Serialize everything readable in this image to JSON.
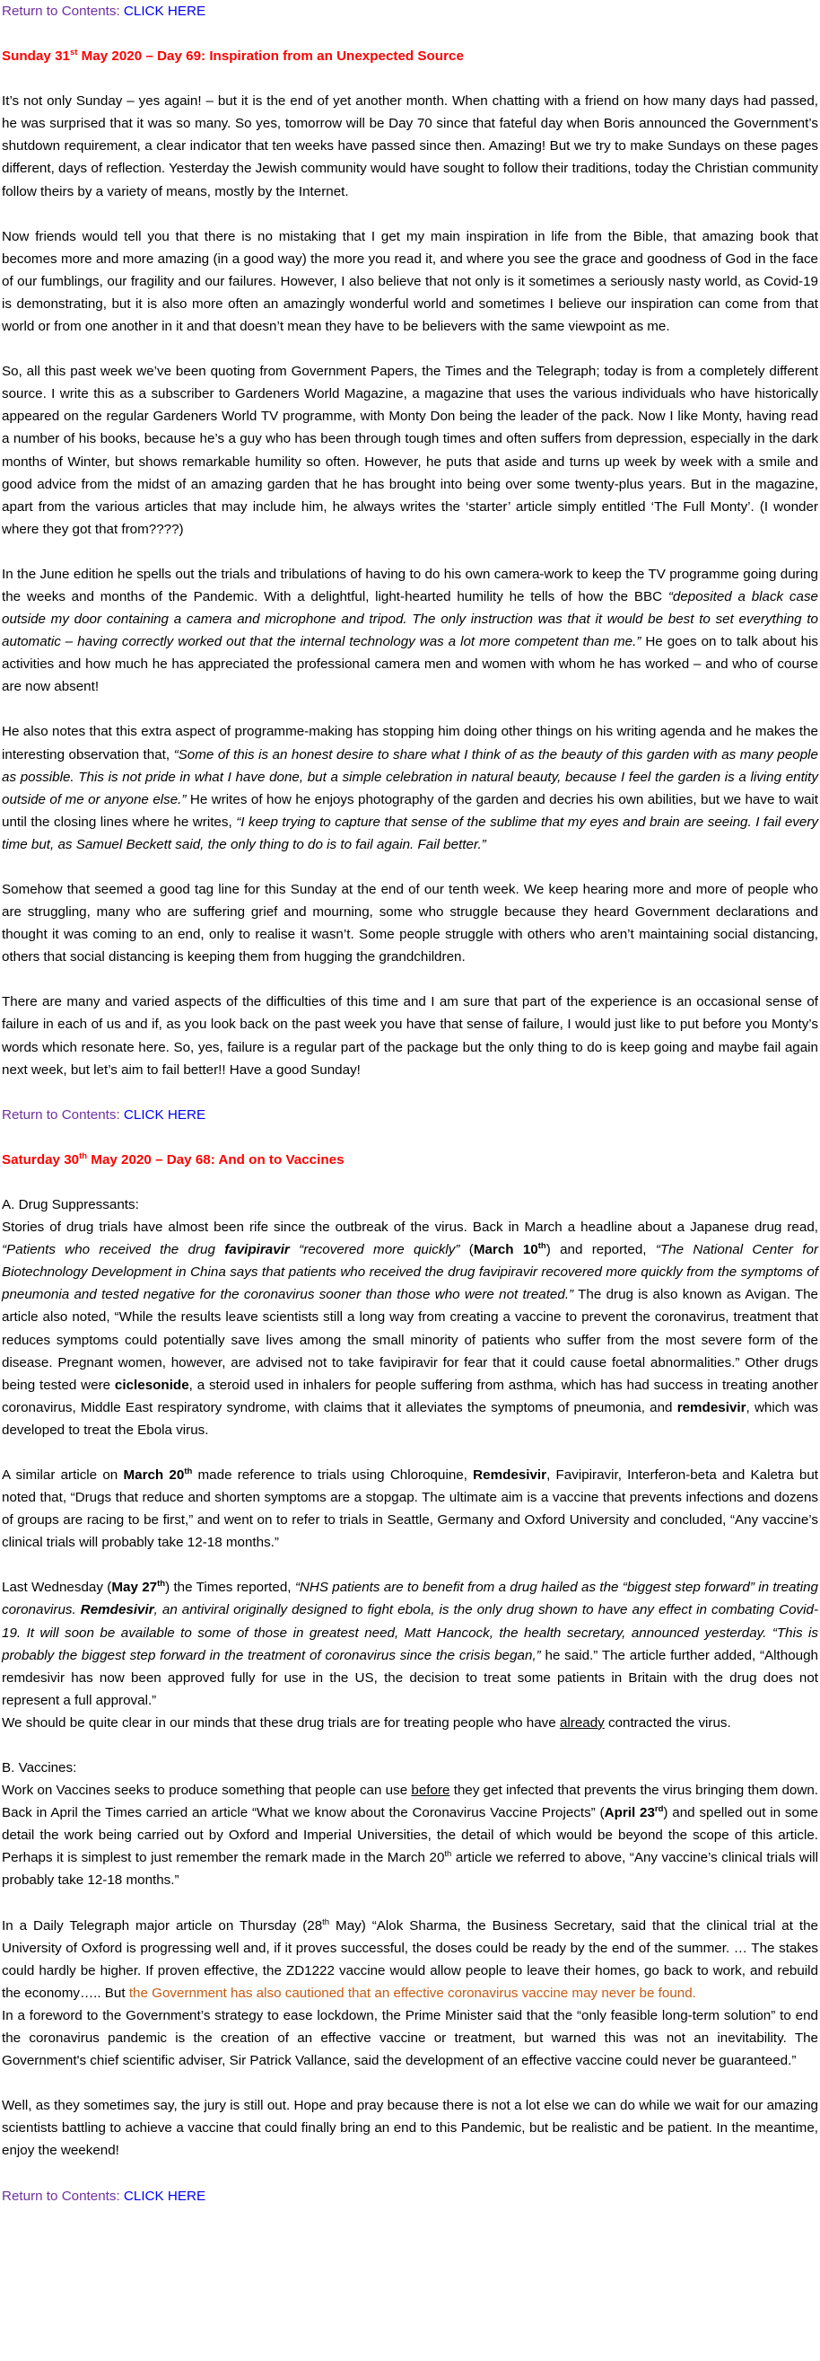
{
  "nav": {
    "label": "Return to Contents: ",
    "link": "CLICK HERE"
  },
  "sunday": {
    "title_pre": "Sunday 31",
    "title_sup": "st",
    "title_post": " May 2020 – Day 69: Inspiration from an Unexpected Source",
    "p1": "It’s not only Sunday – yes again! – but it is the end of yet another month. When chatting with a friend on how many days had passed, he was surprised that it was so many. So yes, tomorrow will be Day 70 since that fateful day when Boris announced the Government’s shutdown requirement, a clear indicator that ten weeks have passed since then. Amazing! But we try to make Sundays on these pages different, days of reflection. Yesterday the Jewish community would have sought to follow their traditions, today the Christian community follow theirs by a variety of means, mostly by the Internet.",
    "p2": "Now friends would tell you that there is no mistaking that I get my main inspiration in life from the Bible, that amazing book that becomes more and more amazing (in a good way) the more you read it, and where you see the grace and goodness of God in the face of our fumblings, our fragility and our failures. However, I also believe that not only is it sometimes a seriously nasty world, as Covid-19 is demonstrating, but it is also more often an amazingly wonderful world and sometimes I believe our inspiration can come from that world or from one another in it and that doesn’t mean they have to be believers with the same viewpoint as me.",
    "p3": "So, all this past week we’ve been quoting from Government Papers, the Times and the Telegraph; today is from a completely different source. I write this as a subscriber to Gardeners World Magazine, a magazine that uses the various individuals who have historically appeared on the regular Gardeners World TV programme, with Monty Don being the leader of the pack. Now I like Monty, having read a number of his books, because he’s a guy who has been through tough times and often suffers from depression, especially in the dark months of Winter, but shows remarkable humility so often. However, he puts that aside and turns up week by week with a smile and good advice from the midst of an amazing garden that he has brought into being over some twenty-plus years. But in the magazine, apart from the various articles that may include him, he always writes the ‘starter’ article simply entitled ‘The Full Monty’. (I wonder where they got that from????)",
    "p4a": "In the June edition he spells out the trials and tribulations of having to do his own camera-work to keep the TV programme going during the weeks and months of the Pandemic. With a delightful, light-hearted humility he tells of how the BBC ",
    "p4q": "“deposited a black case outside my door containing a camera and microphone and tripod. The only instruction was that it would be best to set everything to automatic – having correctly worked out that the internal technology was a lot more competent than me.”",
    "p4b": " He goes on to talk about his activities and how much he has appreciated the professional camera men and women with whom he has worked – and who of course are now absent!",
    "p5a": "He also notes that this extra aspect of programme-making has stopping him doing other things on his writing agenda and he makes the interesting observation that, ",
    "p5q1": "“Some of this is an honest desire to share what I think of as the beauty of this garden with as many people as possible. This is not pride in what I have done, but a simple celebration in natural beauty, because I feel the garden is a living entity outside of me or anyone else.”",
    "p5b": " He writes of how he enjoys photography of the garden and decries his own abilities, but we have to wait until the closing lines where he writes, ",
    "p5q2": "“I keep trying to capture that sense of the sublime that my eyes and brain are seeing. I fail every time but, as Samuel Beckett said, the only thing to do is to fail again. Fail better.”",
    "p6": "Somehow that seemed a good tag line for this Sunday at the end of our tenth week. We keep hearing more and more of people who are struggling, many who are suffering grief and mourning, some who struggle because they heard Government declarations and thought it was coming to an end, only to realise it wasn’t. Some people struggle with others who aren’t maintaining social distancing, others that social distancing is keeping them from hugging the grandchildren.",
    "p7": "There are many and varied aspects of the difficulties of this time and I am sure that part of the experience is an occasional sense of failure in each of us and if, as you look back on the past week you have that sense of failure, I would just like to put before you Monty’s words which resonate here. So, yes, failure is a regular part of the package but the only thing to do is keep going and maybe fail again next week, but let’s aim to fail better!!  Have a good Sunday!"
  },
  "saturday": {
    "title_pre": "Saturday 30",
    "title_sup": "th",
    "title_post": "   May 2020 – Day 68: And on to Vaccines",
    "a_head": "A. Drug Suppressants:",
    "a1_1": "Stories of drug trials have almost been rife since the outbreak of the virus. Back in March a headline about a Japanese drug read, ",
    "a1_q1a": "“Patients who received the drug ",
    "a1_q1b": "favipiravir",
    "a1_q1c": " “recovered more quickly”",
    "a1_2": " (",
    "a1_date": "March 10",
    "a1_datesup": "th",
    "a1_3": ") and reported, ",
    "a1_q2": "“The National Center for Biotechnology Development in China says that patients who received the drug favipiravir recovered more quickly from the symptoms of pneumonia and tested negative for the coronavirus sooner than those who were not treated.”",
    "a1_4": " The drug is also known as Avigan. The article also noted, “While the results leave scientists still a long way from creating a vaccine to prevent the coronavirus, treatment that reduces symptoms could potentially save lives among the small minority of patients who suffer from the most severe form of the disease. Pregnant women, however, are advised not to take favipiravir for fear that it could cause foetal abnormalities.” Other drugs being tested were ",
    "a1_b1": "ciclesonide",
    "a1_5": ", a steroid used in inhalers for people suffering from asthma, which has had success in treating another coronavirus, Middle East respiratory syndrome, with claims that it alleviates the symptoms of pneumonia, and ",
    "a1_b2": "remdesivir",
    "a1_6": ", which was developed to treat the Ebola virus.",
    "a2_1": "A similar article on ",
    "a2_date": "March 20",
    "a2_datesup": "th",
    "a2_2": " made reference to trials using Chloroquine, ",
    "a2_b": "Remdesivir",
    "a2_3": ", Favipiravir, Interferon-beta and Kaletra but noted that, “Drugs that reduce and shorten symptoms are a stopgap. The ultimate aim is a vaccine that prevents infections and dozens of groups are racing to be first,” and went on to refer to trials in Seattle, Germany and Oxford University and concluded, “Any vaccine’s clinical trials will probably take 12-18 months.”",
    "a3_1": "Last Wednesday (",
    "a3_date": "May 27",
    "a3_datesup": "th",
    "a3_2": ") the Times reported, ",
    "a3_q1": "“NHS patients are to benefit from a drug hailed as the “biggest step forward” in treating coronavirus. ",
    "a3_qb": "Remdesivir",
    "a3_q2": ", an antiviral originally designed to fight ebola, is the only drug shown to have any effect in combating Covid-19. It will soon be available to some of those in greatest need, Matt Hancock, the health secretary, announced yesterday. “This is probably the biggest step forward in the treatment of coronavirus since the crisis began,”",
    "a3_3": " he said.”  The article further added, “Although remdesivir has now been approved fully for use in the US, the decision to treat some patients in Britain with the drug does not represent a full approval.”",
    "a4_1": "We should be quite clear in our minds that these drug trials are for treating people who have ",
    "a4_u": "already",
    "a4_2": " contracted the virus.",
    "b_head": "B. Vaccines:",
    "b1_1": "Work on Vaccines seeks to produce something that people can use ",
    "b1_u": "before",
    "b1_2": " they get infected that prevents the virus bringing them down.  Back in April the Times carried an article “What we know about the Coronavirus Vaccine Projects” (",
    "b1_date": "April 23",
    "b1_datesup": "rd",
    "b1_3": ") and spelled out in some detail the work being carried out by Oxford and Imperial Universities, the detail of which would be beyond the scope of this article. Perhaps it is simplest to just remember the remark made in the March 20",
    "b1_sup2": "th",
    "b1_4": " article we referred to above, “Any vaccine’s clinical trials will probably take 12-18 months.”",
    "b2_1": "In a Daily Telegraph major article on Thursday (28",
    "b2_sup": "th",
    "b2_2": " May) “Alok Sharma, the Business Secretary, said that the clinical trial at the University of Oxford is progressing well and, if it proves successful, the doses could be ready by the end of the summer. … The stakes could hardly be higher. If proven effective, the ZD1222 vaccine would allow people to leave their homes, go back to work, and rebuild the economy….. But ",
    "b2_orange": "the Government has also cautioned that an effective coronavirus vaccine may never be found.",
    "b3": "In a foreword to the Government’s strategy to ease lockdown, the Prime Minister said that the “only feasible long-term solution” to end the coronavirus pandemic is the creation of an effective vaccine or treatment, but warned this was not an inevitability. The Government's chief scientific adviser, Sir Patrick Vallance, said the development of an effective vaccine could never be guaranteed.”",
    "b4": "Well, as they sometimes say, the jury is still out. Hope and pray because there is not a lot else we can do while we wait for our amazing scientists battling to achieve a vaccine that could finally bring an end to this Pandemic, but be realistic and be patient. In the meantime, enjoy the weekend!"
  },
  "colors": {
    "nav": "#7030a0",
    "link": "#0000ee",
    "heading": "#ff0000",
    "highlight": "#c55a11"
  }
}
